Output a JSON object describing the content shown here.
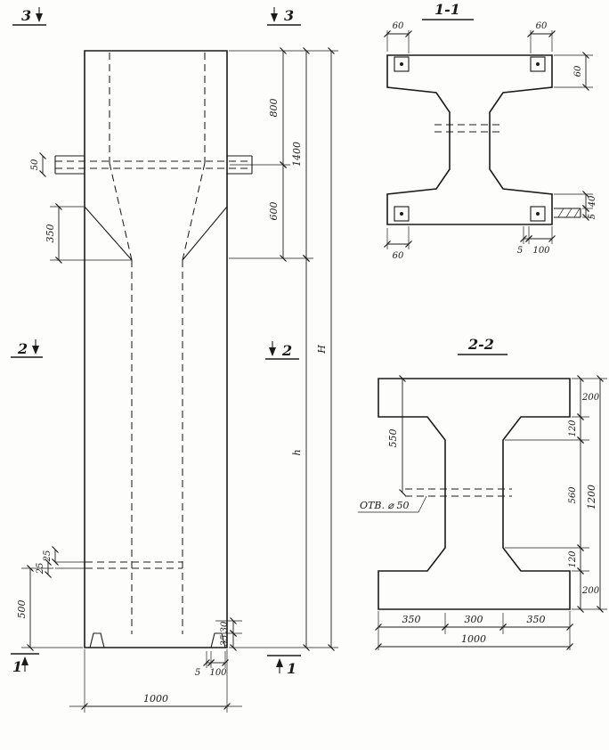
{
  "colors": {
    "ink": "#1b1b1b",
    "paper": "#fdfdfc"
  },
  "elevation": {
    "marks": {
      "m3_left": "3",
      "m3_right": "3",
      "m2_left": "2",
      "m2_right": "2",
      "m1_left": "1",
      "m1_right": "1"
    },
    "dims": {
      "d50": "50",
      "d350": "350",
      "d800": "800",
      "d1400": "1400",
      "d600": "600",
      "height_H": "H",
      "height_h": "h",
      "d500": "500",
      "d25_a": "25",
      "d25_b": "25",
      "d30": "30",
      "d35": "35",
      "d5": "5",
      "d100": "100",
      "d1000": "1000"
    }
  },
  "section_1_1": {
    "title": "1-1",
    "dims": {
      "d60_top_left": "60",
      "d60_top_right": "60",
      "d60_right": "60",
      "d60_bottom_left": "60",
      "d5_bottom": "5",
      "d100_bottom": "100",
      "d40_right": "40",
      "d5_right": "5"
    }
  },
  "section_2_2": {
    "title": "2-2",
    "hole_label": "ОТВ. ⌀ 50",
    "dims": {
      "d550": "550",
      "d200_top": "200",
      "d120_top": "120",
      "d560": "560",
      "d120_bottom": "120",
      "d200_bottom": "200",
      "d1200": "1200",
      "d350_left": "350",
      "d300": "300",
      "d350_right": "350",
      "d1000": "1000"
    }
  }
}
